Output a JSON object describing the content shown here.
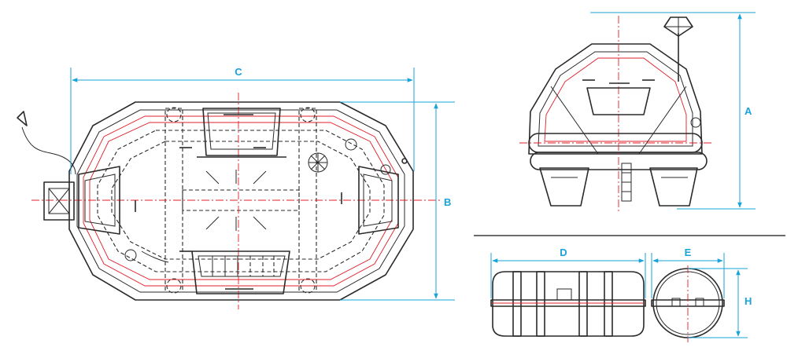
{
  "labels": {
    "a": "A",
    "b": "B",
    "c": "C",
    "d": "D",
    "e": "E",
    "h": "H"
  },
  "colors": {
    "dimension": "#1aa3d9",
    "centerline": "#e0202a",
    "outline": "#2a2a2a"
  }
}
